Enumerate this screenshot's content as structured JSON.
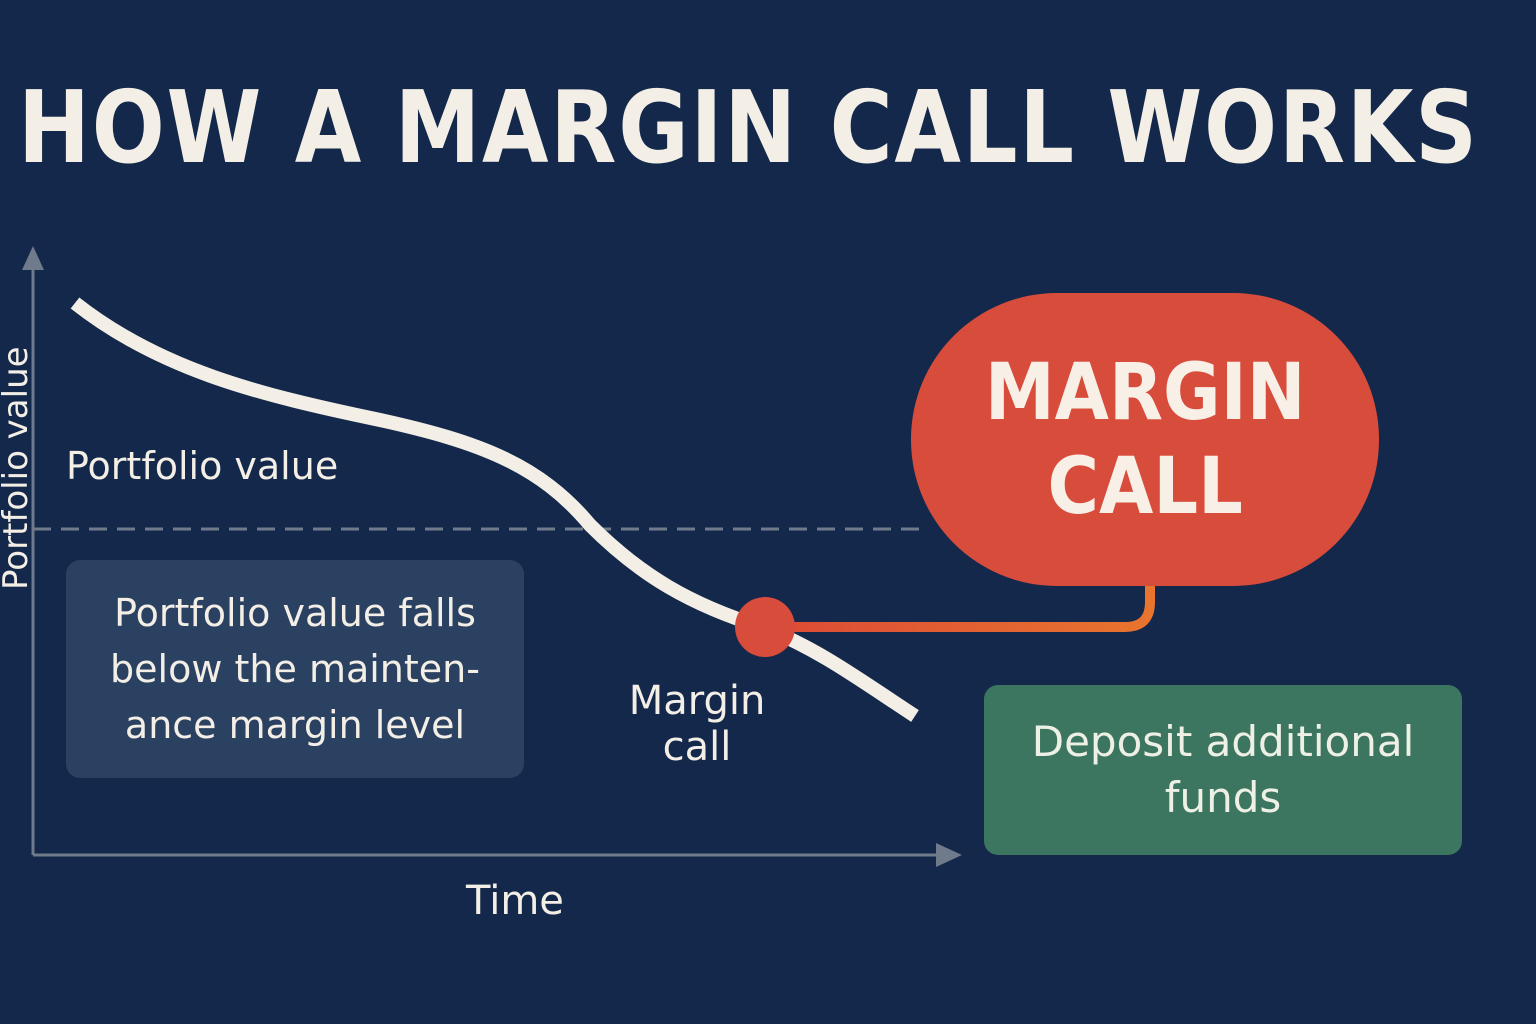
{
  "title": "HOW A MARGIN CALL WORKS",
  "yaxis_label": "Portfolio value",
  "xaxis_label": "Time",
  "portfolio_label": "Portfolio value",
  "info_box_text": "Portfolio value falls\nbelow the mainten-\nance margin level",
  "margin_call_point_label": "Margin\ncall",
  "margin_call_bubble_text": "MARGIN\nCALL",
  "deposit_box_text": "Deposit additional\nfunds",
  "colors": {
    "background": "#13284a",
    "curve": "#f4efe6",
    "axis": "#6f7a8a",
    "margin_call": "#d84c3c",
    "connector_end": "#e8742e",
    "info_box": "#2a4162",
    "deposit_box": "#3c7660"
  }
}
